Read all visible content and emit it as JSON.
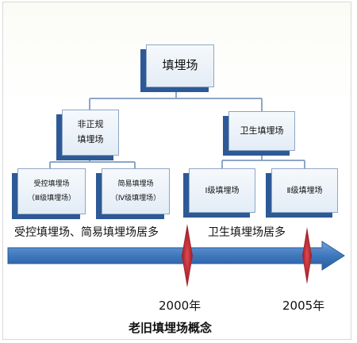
{
  "root": {
    "label": "填埋场"
  },
  "level2": {
    "left": {
      "line1": "非正规",
      "line2": "填埋场"
    },
    "right": {
      "label": "卫生填埋场"
    }
  },
  "level3": [
    {
      "line1": "受控填埋场",
      "line2": "（Ⅲ级填埋场）"
    },
    {
      "line1": "简易填埋场",
      "line2": "（Ⅳ级填埋场）"
    },
    {
      "line1": "Ⅰ级填埋场"
    },
    {
      "line1": "Ⅱ级填埋场"
    }
  ],
  "timeline": {
    "left_caption": "受控填埋场、简易填埋场居多",
    "right_caption": "卫生填埋场居多",
    "marker_labels": [
      "2000年",
      "2005年"
    ]
  },
  "title": "老旧填埋场概念",
  "colors": {
    "box_shadow": "#2d5a96",
    "arrow": "#3e78bd",
    "marker": "#a01822",
    "connector": "#8ea6c6"
  }
}
